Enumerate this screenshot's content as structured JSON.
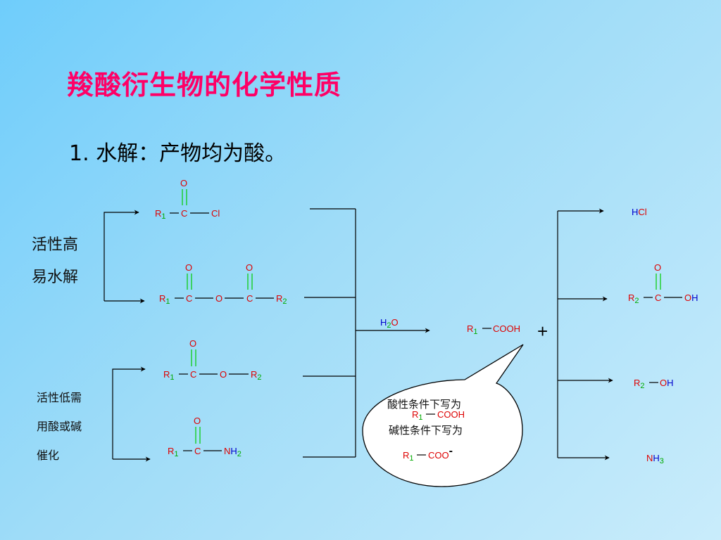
{
  "slide": {
    "title": "羧酸衍生物的化学性质",
    "subtitle": "1. 水解：产物均为酸。",
    "note_high": [
      "活性高",
      "易水解"
    ],
    "note_low": [
      "活性低需",
      "用酸或碱",
      "催化"
    ]
  },
  "colors": {
    "title": "#ff0066",
    "red_atom": "#dd0000",
    "green_atom": "#00aa00",
    "blue_atom": "#0000cc",
    "bond_double": "#00cc00"
  },
  "reagent": {
    "h": "H",
    "sub": "2",
    "o": "O"
  },
  "plus_sign": "+",
  "reactants": {
    "acyl_chloride": {
      "o": "O",
      "r": "R",
      "r_sub": "1",
      "c": "C",
      "cl": "Cl"
    },
    "anhydride": {
      "o1": "O",
      "o2": "O",
      "r1": "R",
      "r1_sub": "1",
      "c1": "C",
      "o_bridge": "O",
      "c2": "C",
      "r2": "R",
      "r2_sub": "2"
    },
    "ester": {
      "o": "O",
      "r1": "R",
      "r1_sub": "1",
      "c": "C",
      "o_bridge": "O",
      "r2": "R",
      "r2_sub": "2"
    },
    "amide": {
      "o": "O",
      "r": "R",
      "r_sub": "1",
      "c": "C",
      "n": "N",
      "h": "H",
      "h_sub": "2"
    }
  },
  "product_acid": {
    "r": "R",
    "r_sub": "1",
    "group": "COOH"
  },
  "byproducts": {
    "hcl": {
      "h": "H",
      "cl": "Cl"
    },
    "acid2": {
      "o": "O",
      "r": "R",
      "r_sub": "2",
      "c": "C",
      "o2": "O",
      "h": "H"
    },
    "alcohol": {
      "r": "R",
      "r_sub": "2",
      "o": "O",
      "h": "H"
    },
    "ammonia": {
      "n": "N",
      "h": "H",
      "h_sub": "3"
    }
  },
  "bubble": {
    "line1": "酸性条件下写为",
    "formula1": {
      "r": "R",
      "r_sub": "1",
      "group": "COOH"
    },
    "line2": "碱性条件下写为",
    "formula2": {
      "r": "R",
      "r_sub": "1",
      "group": "COO",
      "charge": "-"
    }
  }
}
